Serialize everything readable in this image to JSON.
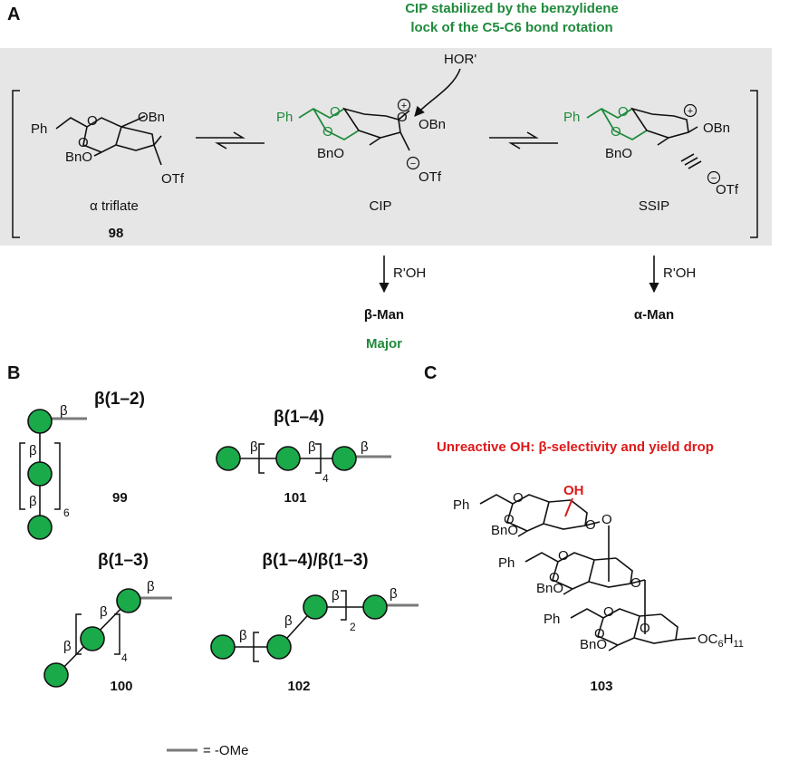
{
  "panels": {
    "a": "A",
    "b": "B",
    "c": "C"
  },
  "panel_a": {
    "header_line1": "CIP stabilized by the benzylidene",
    "header_line2": "lock of the C5-C6 bond rotation",
    "nucleophile": "HOR'",
    "alpha_triflate": {
      "ph": "Ph",
      "obn": "OBn",
      "bno": "BnO",
      "otf": "OTf",
      "o1": "O",
      "o2": "O",
      "caption": "α triflate",
      "number": "98"
    },
    "cip": {
      "ph": "Ph",
      "obn": "OBn",
      "bno": "BnO",
      "otf": "OTf",
      "o1": "O",
      "o2": "O",
      "plus": "+",
      "minus": "−",
      "caption": "CIP"
    },
    "ssip": {
      "ph": "Ph",
      "obn": "OBn",
      "bno": "BnO",
      "otf": "OTf",
      "o1": "O",
      "o2": "O",
      "plus": "+",
      "minus": "−",
      "caption": "SSIP"
    },
    "reagent1": "R'OH",
    "reagent2": "R'OH",
    "product1": "β-Man",
    "product1_note": "Major",
    "product2": "α-Man"
  },
  "panel_b": {
    "beta": "β",
    "s99": {
      "linkage": "β(1–2)",
      "repeat": "6",
      "number": "99"
    },
    "s101": {
      "linkage": "β(1–4)",
      "repeat": "4",
      "number": "101"
    },
    "s100": {
      "linkage": "β(1–3)",
      "repeat": "4",
      "number": "100"
    },
    "s102": {
      "linkage": "β(1–4)/β(1–3)",
      "repeat": "2",
      "number": "102"
    },
    "legend": "= -OMe"
  },
  "panel_c": {
    "title": "Unreactive OH: β-selectivity and yield drop",
    "oh": "OH",
    "ph": "Ph",
    "bno": "BnO",
    "o": "O",
    "oc6h11": "OC",
    "sub6": "6",
    "h": "H",
    "sub11": "11",
    "number": "103"
  },
  "colors": {
    "green": "#1f8a3c",
    "bead": "#1aaa4a",
    "red": "#e01818",
    "gray_box": "#e6e6e6",
    "ome": "#7a7a7a"
  }
}
